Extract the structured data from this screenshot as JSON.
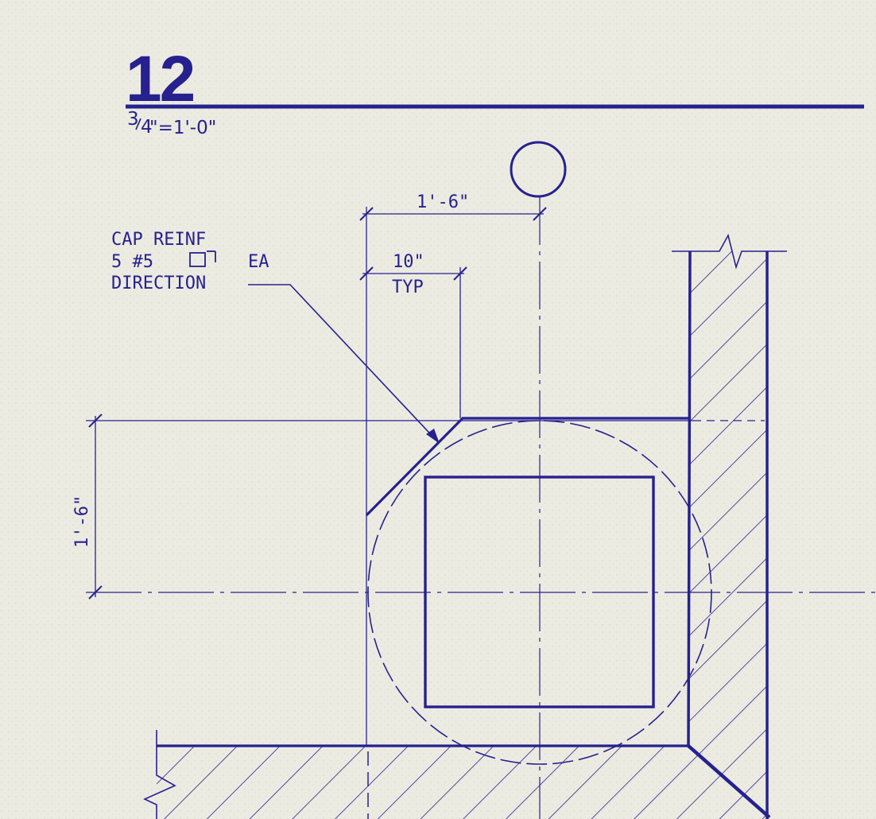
{
  "drawing": {
    "detail_number": "12",
    "scale": {
      "fraction_num": "3",
      "fraction_den": "4",
      "rest": "\"=1'-0\""
    },
    "note": {
      "line1": "CAP REINF",
      "line2_pre": "5 #5",
      "line2_post": "EA",
      "line3": "DIRECTION"
    },
    "dim_top": "1'-6\"",
    "dim_10": "10\"",
    "dim_typ": "TYP",
    "dim_left": "1'-6\""
  },
  "colors": {
    "ink": "#26218f",
    "paper": "#ecebe2"
  }
}
